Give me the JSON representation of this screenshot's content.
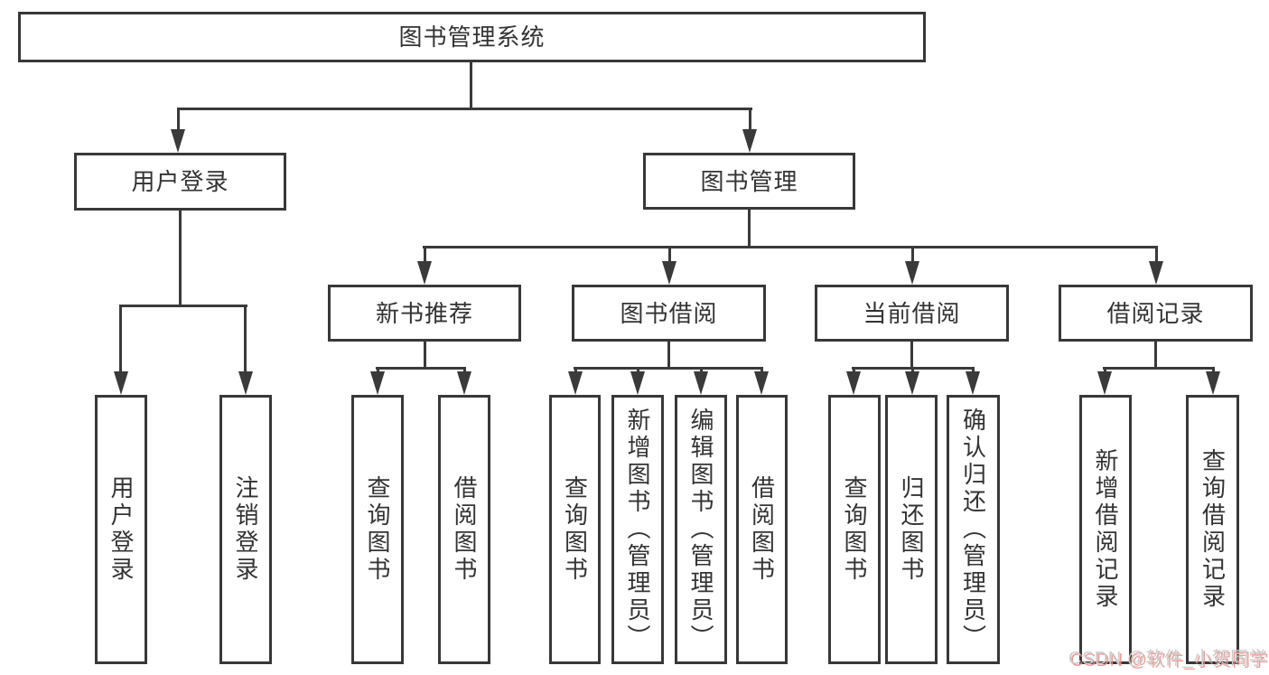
{
  "root": {
    "label": "图书管理系统"
  },
  "level2": {
    "user_login": {
      "label": "用户登录"
    },
    "book_management": {
      "label": "图书管理"
    }
  },
  "user_login_children": [
    "用户登录",
    "注销登录"
  ],
  "level3": [
    {
      "label": "新书推荐",
      "children": [
        "查询图书",
        "借阅图书"
      ]
    },
    {
      "label": "图书借阅",
      "children": [
        "查询图书",
        "新增图书（管理员）",
        "编辑图书（管理员）",
        "借阅图书"
      ]
    },
    {
      "label": "当前借阅",
      "children": [
        "查询图书",
        "归还图书",
        "确认归还（管理员）"
      ]
    },
    {
      "label": "借阅记录",
      "children": [
        "新增借阅记录",
        "查询借阅记录"
      ]
    }
  ],
  "watermark": {
    "text": "CSDN @软件_小贺同学"
  },
  "colors": {
    "line": "#3a3a3a",
    "border": "#383838",
    "text": "#333333",
    "background": "#ffffff",
    "watermark_gray": "#cccccc",
    "watermark_pink": "#e98c86"
  }
}
